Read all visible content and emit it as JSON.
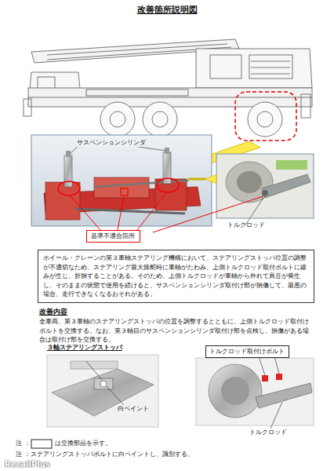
{
  "diagram": {
    "title": "改善箇所説明図",
    "nodes": [
      {
        "text": [
          "基準不適合箇所"
        ]
      },
      {
        "text": [
          "ホイール・クレーンの第３車軸ステアリング機構において、ステアリングストッパ位置の調整が不適切なため、ステアリング最大操舵時に車軸がたわみ、上側トルクロッド取付ボルトに緩みが生じ、折損することがある。そのため、上側トルクロッドが車軸から外れて異音が発生し、そのままの状態で使用を続けると、サスペンションシリンダ取付け部が損傷して、最悪の場合、走行できなくなるおそれがある。"
        ]
      },
      {
        "text": [
          "トルクロッド取付けボルト"
        ]
      }
    ],
    "labels": [
      "サスペンションシリンダ",
      "トルクロッド",
      "改善内容",
      "全車両、第３車軸のステアリングストッパの位置を調整するとともに、上側トルクロッド取付けボルトを交換する。なお、第３軸目のサスペンションシリンダ取付け部を点検し、損傷がある場合は取付け部を交換する。",
      "３軸ステアリングストッパ",
      "白ペイント",
      "トルクロッド",
      "注 ：",
      "は交換部品を示す。",
      "注 ：ステアリングストッパボルトに白ペイントし、識別する。",
      "RecallPlus"
    ]
  }
}
